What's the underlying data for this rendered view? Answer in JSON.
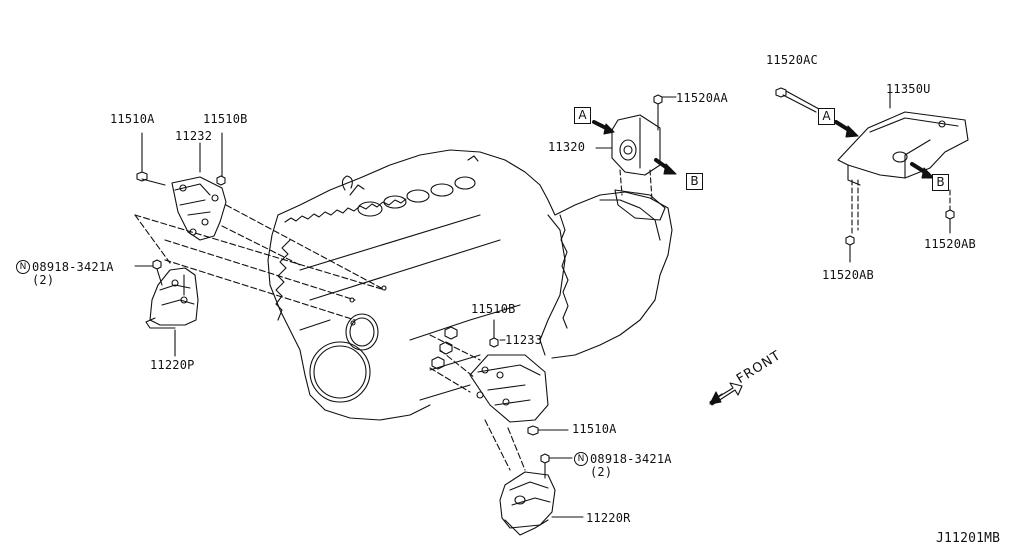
{
  "diagram_id": "J11201MB",
  "parts": {
    "p11510A_top": "11510A",
    "p11510B_top": "11510B",
    "p11232": "11232",
    "p11520AC": "11520AC",
    "p11520AA": "11520AA",
    "p11350U": "11350U",
    "p11320": "11320",
    "p11520AB_right": "11520AB",
    "p11520AB_left": "11520AB",
    "p08918_left": "08918-3421A",
    "p08918_left_qty": "(2)",
    "p11220P": "11220P",
    "p11510B_mid": "11510B",
    "p11233": "11233",
    "p11510A_bottom": "11510A",
    "p08918_bottom": "08918-3421A",
    "p08918_bottom_qty": "(2)",
    "p11220R": "11220R"
  },
  "markers": {
    "ref_a": "A",
    "ref_b": "B",
    "nut_symbol": "N"
  },
  "front_label": "FRONT",
  "colors": {
    "line": "#111111",
    "background": "#ffffff"
  }
}
